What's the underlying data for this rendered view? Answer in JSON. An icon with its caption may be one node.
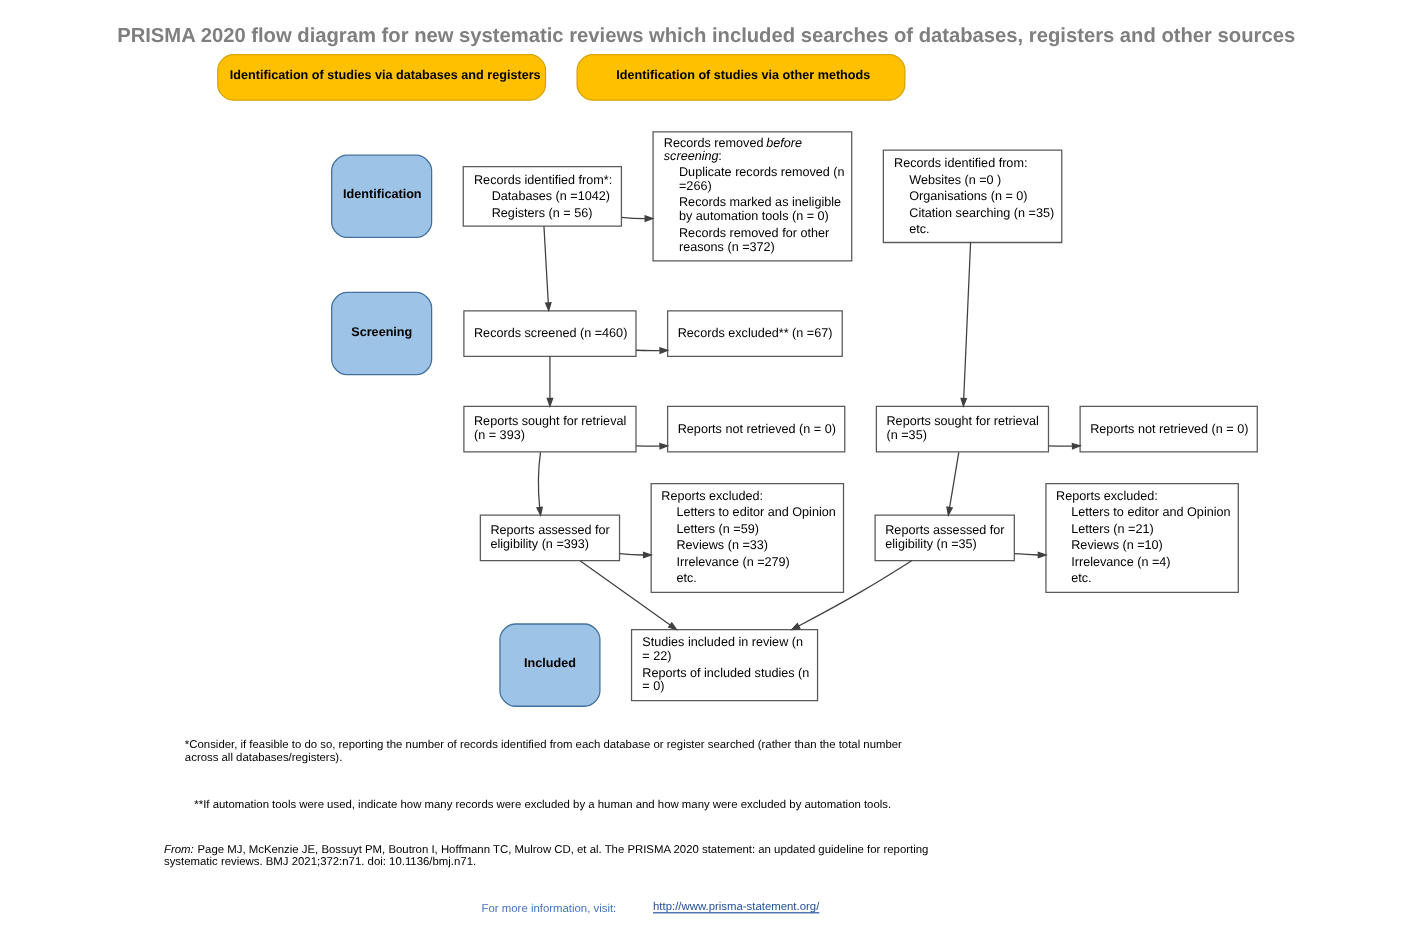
{
  "diagram": {
    "title": "PRISMA 2020 flow diagram for new systematic reviews which included searches of databases, registers and other sources",
    "nodes": [
      {
        "text": [
          "Identification of studies via databases and registers"
        ]
      },
      {
        "text": [
          "Identification of studies via other methods"
        ]
      },
      {
        "text": [
          "Identification"
        ]
      },
      {
        "text": [
          "Records identified from*:",
          "Databases (n =1042)",
          "Registers (n = 56)"
        ]
      },
      {
        "text": [
          "Records removed *before screening*:",
          "Duplicate records removed (n =266)",
          "Records marked as ineligible by automation tools (n = 0)",
          "Records removed for other reasons (n =372)"
        ]
      },
      {
        "text": [
          "Records identified from:",
          "Websites (n =0 )",
          "Organisations (n = 0)",
          "Citation searching (n =35)",
          "etc."
        ]
      },
      {
        "text": [
          "Screening"
        ]
      },
      {
        "text": [
          "Records screened (n =460)"
        ]
      },
      {
        "text": [
          "Records excluded** (n =67)"
        ]
      },
      {
        "text": [
          "Reports sought for retrieval (n = 393)"
        ]
      },
      {
        "text": [
          "Reports not retrieved (n = 0)"
        ]
      },
      {
        "text": [
          "Reports sought for retrieval (n =35)"
        ]
      },
      {
        "text": [
          "Reports not retrieved (n = 0)"
        ]
      },
      {
        "text": [
          "Reports assessed for eligibility (n =393)"
        ]
      },
      {
        "text": [
          "Reports excluded:",
          "Letters to editor and Opinion",
          "Letters (n =59)",
          "Reviews (n =33)",
          "Irrelevance (n =279)",
          "etc."
        ]
      },
      {
        "text": [
          "Reports assessed for eligibility (n =35)"
        ]
      },
      {
        "text": [
          "Reports excluded:",
          "Letters to editor and Opinion",
          "Letters (n =21)",
          "Reviews (n =10)",
          "Irrelevance (n =4)",
          "etc."
        ]
      },
      {
        "text": [
          "Included"
        ]
      },
      {
        "text": [
          "Studies included in review (n = 22)",
          "Reports of included studies (n = 0)"
        ]
      }
    ],
    "edges": [
      {
        "from": 3,
        "to": 4,
        "arrow": "to"
      },
      {
        "from": 3,
        "to": 7,
        "arrow": "to"
      },
      {
        "from": 7,
        "to": 8,
        "arrow": "to"
      },
      {
        "from": 7,
        "to": 9,
        "arrow": "to"
      },
      {
        "from": 9,
        "to": 10,
        "arrow": "to"
      },
      {
        "from": 9,
        "to": 13,
        "arrow": "to"
      },
      {
        "from": 13,
        "to": 14,
        "arrow": "to"
      },
      {
        "from": 13,
        "to": 18,
        "arrow": "to"
      },
      {
        "from": 5,
        "to": 11,
        "arrow": "to"
      },
      {
        "from": 11,
        "to": 12,
        "arrow": "to"
      },
      {
        "from": 11,
        "to": 15,
        "arrow": "to"
      },
      {
        "from": 15,
        "to": 16,
        "arrow": "to"
      },
      {
        "from": 15,
        "to": 18,
        "arrow": "to"
      }
    ],
    "labels": [
      "*Consider, if feasible to do so, reporting the number of records identified from each database or register searched (rather than the total number across all databases/registers).",
      "**If automation tools were used, indicate how many records were excluded by a human and how many were excluded by automation tools.",
      "*From:* Page MJ, McKenzie JE, Bossuyt PM, Boutron I, Hoffmann TC, Mulrow CD, et al. The PRISMA 2020 statement: an updated guideline for reporting systematic reviews. BMJ 2021;372:n71. doi: 10.1136/bmj.n71.",
      "For more information, visit:",
      "http://www.prisma-statement.org/"
    ]
  }
}
